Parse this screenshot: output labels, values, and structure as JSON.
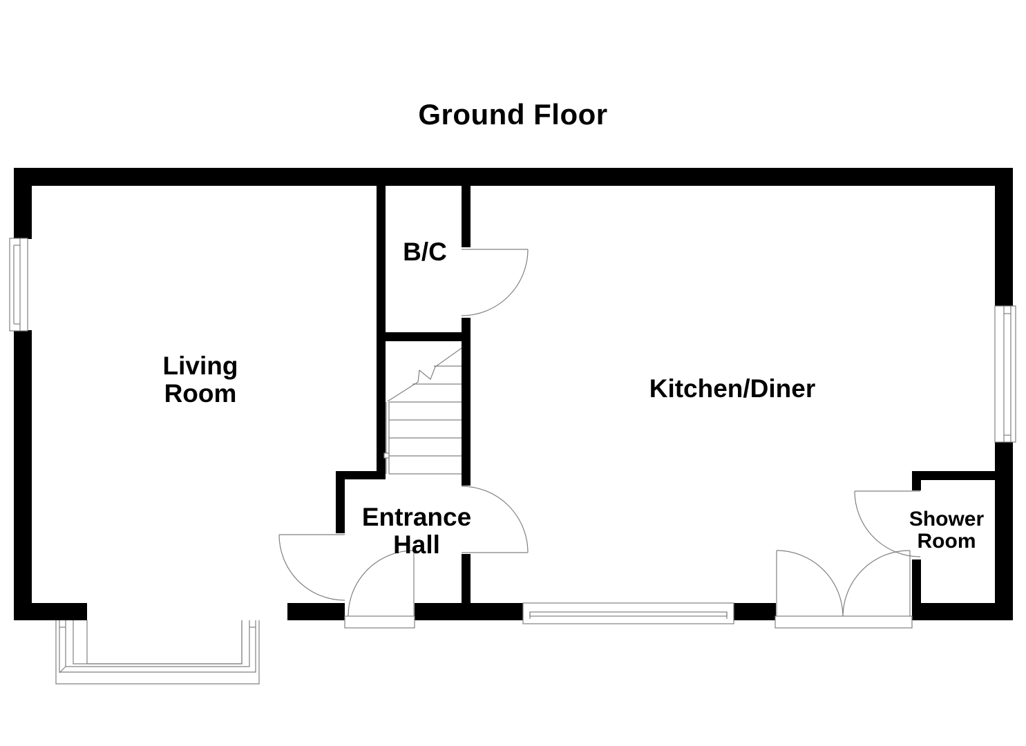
{
  "title": "Ground Floor",
  "rooms": {
    "living_room": {
      "line1": "Living",
      "line2": "Room"
    },
    "bc": {
      "label": "B/C"
    },
    "kitchen_diner": {
      "label": "Kitchen/Diner"
    },
    "entrance_hall": {
      "line1": "Entrance",
      "line2": "Hall"
    },
    "shower_room": {
      "line1": "Shower",
      "line2": "Room"
    }
  },
  "colors": {
    "wall": "#000000",
    "fixture_line": "#808080",
    "background": "#ffffff"
  }
}
